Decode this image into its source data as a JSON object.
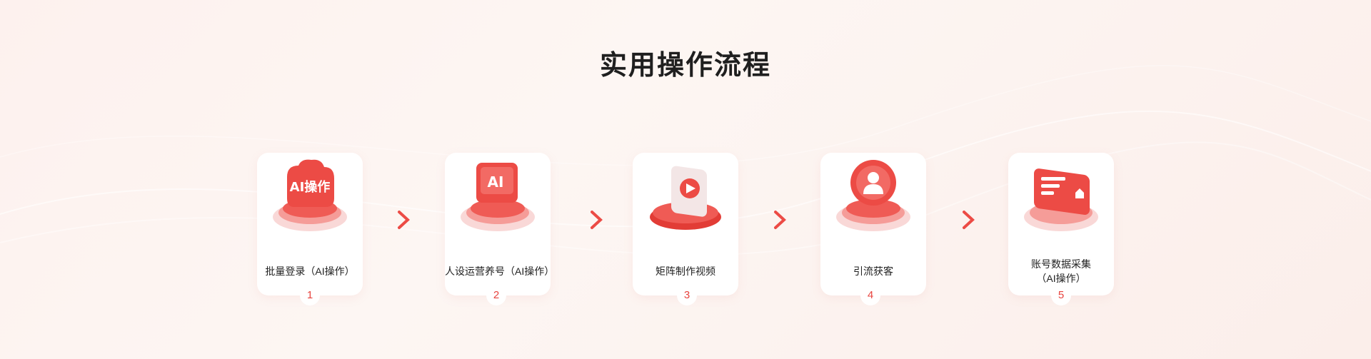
{
  "title": "实用操作流程",
  "colors": {
    "accent": "#e8443f",
    "accent_light": "#f9a5a0",
    "card_bg": "#ffffff",
    "title": "#1f1f1f"
  },
  "steps": [
    {
      "number": "1",
      "label": "批量登录（AI操作）",
      "label_line2": "",
      "icon": "ai-chat-cloud-icon",
      "icon_text": "AI操作"
    },
    {
      "number": "2",
      "label": "人设运营养号（AI操作）",
      "label_line2": "",
      "icon": "ai-monitor-icon",
      "icon_text": "AI"
    },
    {
      "number": "3",
      "label": "矩阵制作视频",
      "label_line2": "",
      "icon": "video-play-card-icon"
    },
    {
      "number": "4",
      "label": "引流获客",
      "label_line2": "",
      "icon": "user-avatar-badge-icon"
    },
    {
      "number": "5",
      "label": "账号数据采集",
      "label_line2": "（AI操作）",
      "icon": "data-panel-icon"
    }
  ],
  "arrow_icon": "chevron-right-icon"
}
